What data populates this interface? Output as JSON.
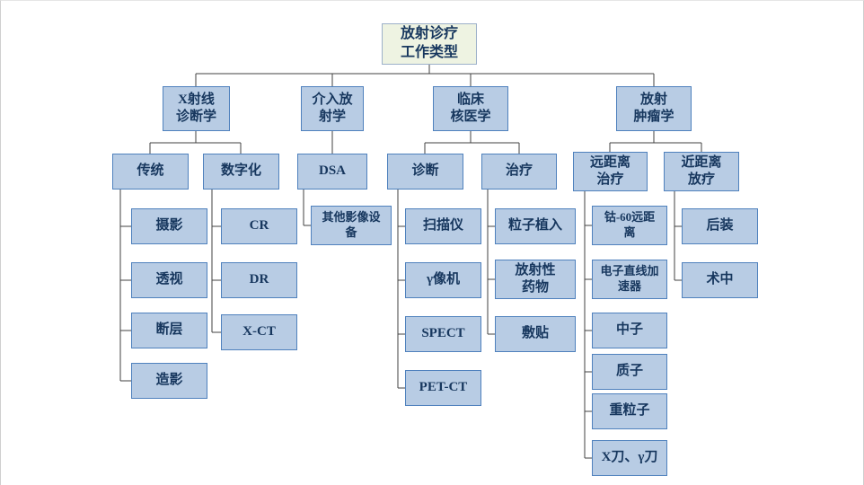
{
  "colors": {
    "node_fill": "#b8cce4",
    "node_border": "#4f81bd",
    "root_fill": "#eef3e2",
    "root_border": "#9cb0c9",
    "text_color": "#17375e",
    "line_color": "#404040"
  },
  "tree": {
    "label": "放射诊疗\n工作类型",
    "children": [
      {
        "label": "X射线\n诊断学",
        "children": [
          {
            "label": "传统",
            "children": [
              {
                "label": "摄影"
              },
              {
                "label": "透视"
              },
              {
                "label": "断层"
              },
              {
                "label": "造影"
              }
            ]
          },
          {
            "label": "数字化",
            "children": [
              {
                "label": "CR"
              },
              {
                "label": "DR"
              },
              {
                "label": "X-CT"
              }
            ]
          }
        ]
      },
      {
        "label": "介入放\n射学",
        "children": [
          {
            "label": "DSA",
            "children": [
              {
                "label": "其他影像设\n备"
              }
            ]
          }
        ]
      },
      {
        "label": "临床\n核医学",
        "children": [
          {
            "label": "诊断",
            "children": [
              {
                "label": "扫描仪"
              },
              {
                "label": "γ像机"
              },
              {
                "label": "SPECT"
              },
              {
                "label": "PET-CT"
              }
            ]
          },
          {
            "label": "治疗",
            "children": [
              {
                "label": "粒子植入"
              },
              {
                "label": "放射性\n药物"
              },
              {
                "label": "敷贴"
              }
            ]
          }
        ]
      },
      {
        "label": "放射\n肿瘤学",
        "children": [
          {
            "label": "远距离\n治疗",
            "children": [
              {
                "label": "钴-60远距\n离"
              },
              {
                "label": "电子直线加\n速器"
              },
              {
                "label": "中子"
              },
              {
                "label": "质子"
              },
              {
                "label": "重粒子"
              },
              {
                "label": "X刀、γ刀"
              }
            ]
          },
          {
            "label": "近距离\n放疗",
            "children": [
              {
                "label": "后装"
              },
              {
                "label": "术中"
              }
            ]
          }
        ]
      }
    ]
  }
}
